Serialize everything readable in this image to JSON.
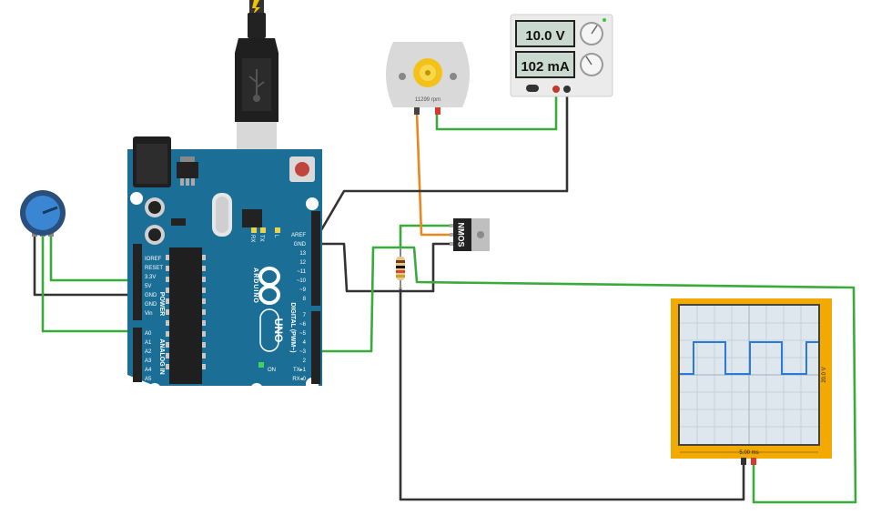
{
  "arduino": {
    "logo_text": "UNO",
    "brand_text": "ARDUINO",
    "power_header": "POWER",
    "analog_header": "ANALOG IN",
    "digital_header": "DIGITAL (PWM~)",
    "on_label": "ON",
    "led_l": "L",
    "led_tx": "TX",
    "led_rx": "RX",
    "power_pins": [
      "IOREF",
      "RESET",
      "3.3V",
      "5V",
      "GND",
      "GND",
      "Vin"
    ],
    "analog_pins": [
      "A0",
      "A1",
      "A2",
      "A3",
      "A4",
      "A5"
    ],
    "top_pins": [
      "AREF",
      "GND",
      "13",
      "12",
      "~11",
      "~10",
      "~9",
      "8"
    ],
    "bottom_pins": [
      "7",
      "~6",
      "~5",
      "4",
      "~3",
      "2",
      "TX▸1",
      "RX◂0"
    ]
  },
  "power_supply": {
    "voltage": "10.0 V",
    "current": "102 mA"
  },
  "motor": {
    "rpm": "11299 rpm"
  },
  "mosfet": {
    "label": "NMOS"
  },
  "oscilloscope": {
    "time_per_div": "5.00 ms",
    "volt_per_div": "20.0 V"
  },
  "colors": {
    "board": "#1b6e96",
    "wire_green": "#3aab3a",
    "wire_black": "#333333",
    "wire_orange": "#e8871e",
    "scope_frame": "#f2a900",
    "trace": "#2a7bd6"
  }
}
